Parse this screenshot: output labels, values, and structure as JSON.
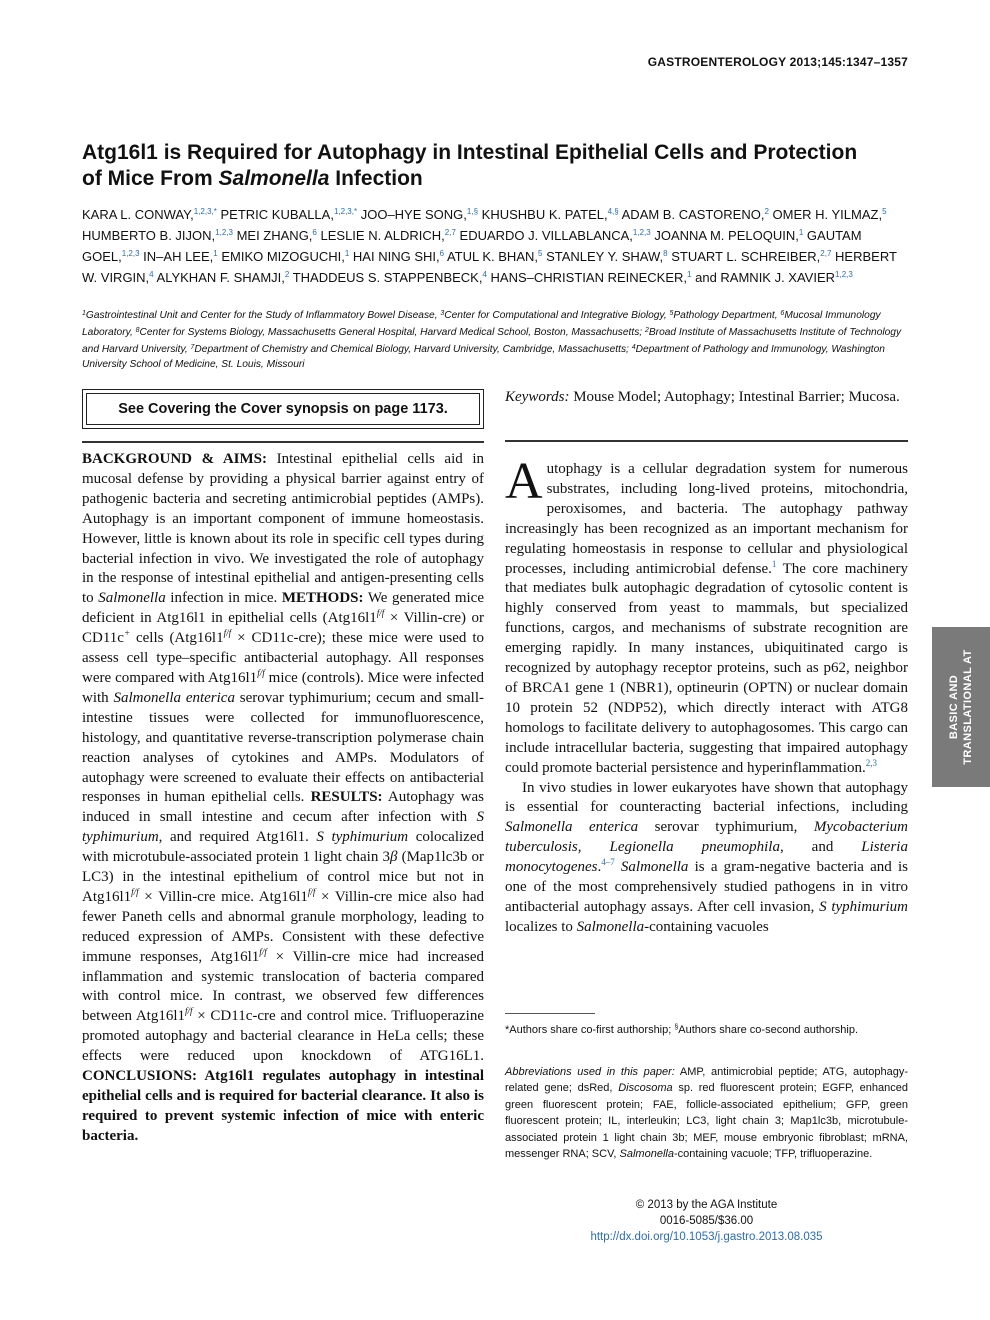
{
  "header": {
    "journal_ref": "GASTROENTEROLOGY 2013;145:1347–1357"
  },
  "title": {
    "part1": "Atg16l1 is Required for Autophagy in Intestinal Epithelial Cells and Protection of Mice From ",
    "italic": "Salmonella",
    "part2": " Infection"
  },
  "authors": [
    {
      "name": "KARA L. CONWAY,",
      "sup": "1,2,3,*"
    },
    {
      "name": "PETRIC KUBALLA,",
      "sup": "1,2,3,*"
    },
    {
      "name": "JOO–HYE SONG,",
      "sup": "1,§"
    },
    {
      "name": "KHUSHBU K. PATEL,",
      "sup": "4,§"
    },
    {
      "name": "ADAM B. CASTORENO,",
      "sup": "2"
    },
    {
      "name": "OMER H. YILMAZ,",
      "sup": "5"
    },
    {
      "name": "HUMBERTO B. JIJON,",
      "sup": "1,2,3"
    },
    {
      "name": "MEI ZHANG,",
      "sup": "6"
    },
    {
      "name": "LESLIE N. ALDRICH,",
      "sup": "2,7"
    },
    {
      "name": "EDUARDO J. VILLABLANCA,",
      "sup": "1,2,3"
    },
    {
      "name": "JOANNA M. PELOQUIN,",
      "sup": "1"
    },
    {
      "name": "GAUTAM GOEL,",
      "sup": "1,2,3"
    },
    {
      "name": "IN–AH LEE,",
      "sup": "1"
    },
    {
      "name": "EMIKO MIZOGUCHI,",
      "sup": "1"
    },
    {
      "name": "HAI NING SHI,",
      "sup": "6"
    },
    {
      "name": "ATUL K. BHAN,",
      "sup": "5"
    },
    {
      "name": "STANLEY Y. SHAW,",
      "sup": "8"
    },
    {
      "name": "STUART L. SCHREIBER,",
      "sup": "2,7"
    },
    {
      "name": "HERBERT W. VIRGIN,",
      "sup": "4"
    },
    {
      "name": "ALYKHAN F. SHAMJI,",
      "sup": "2"
    },
    {
      "name": "THADDEUS S. STAPPENBECK,",
      "sup": "4"
    },
    {
      "name": "HANS–CHRISTIAN REINECKER,",
      "sup": "1"
    },
    {
      "name": "and RAMNIK J. XAVIER",
      "sup": "1,2,3"
    }
  ],
  "affiliations": [
    {
      "sup": "1",
      "text": "Gastrointestinal Unit and Center for the Study of Inflammatory Bowel Disease, "
    },
    {
      "sup": "3",
      "text": "Center for Computational and Integrative Biology, "
    },
    {
      "sup": "5",
      "text": "Pathology Department, "
    },
    {
      "sup": "6",
      "text": "Mucosal Immunology Laboratory, "
    },
    {
      "sup": "8",
      "text": "Center for Systems Biology, Massachusetts General Hospital, Harvard Medical School, Boston, Massachusetts; "
    },
    {
      "sup": "2",
      "text": "Broad Institute of Massachusetts Institute of Technology and Harvard University, "
    },
    {
      "sup": "7",
      "text": "Department of Chemistry and Chemical Biology, Harvard University, Cambridge, Massachusetts; "
    },
    {
      "sup": "4",
      "text": "Department of Pathology and Immunology, Washington University School of Medicine, St. Louis, Missouri"
    }
  ],
  "covering_box": "See Covering the Cover synopsis on page 1173.",
  "keywords": {
    "label": "Keywords:",
    "text": " Mouse Model; Autophagy; Intestinal Barrier; Mucosa."
  },
  "abstract": {
    "background_head": "BACKGROUND & AIMS:",
    "background": " Intestinal epithelial cells aid in mucosal defense by providing a physical barrier against entry of pathogenic bacteria and secreting antimicrobial peptides (AMPs). Autophagy is an important component of immune homeostasis. However, little is known about its role in specific cell types during bacterial infection in vivo. We investigated the role of autophagy in the response of intestinal epithelial and antigen-presenting cells to ",
    "background_italic": "Salmonella",
    "background_end": " infection in mice. ",
    "methods_head": "METHODS:",
    "methods_1": " We generated mice deficient in Atg16l1 in epithelial cells (Atg16l1",
    "ff": "f/f",
    "methods_2": " × Villin-cre) or CD11c",
    "plus": "+",
    "methods_3": " cells (Atg16l1",
    "methods_4": " × CD11c-cre); these mice were used to assess cell type–specific antibacterial autophagy. All responses were compared with Atg16l1",
    "methods_5": " mice (controls). Mice were infected with ",
    "methods_italic": "Salmonella enterica",
    "methods_6": " serovar typhimurium; cecum and small-intestine tissues were collected for immunofluorescence, histology, and quantitative reverse-transcription polymerase chain reaction analyses of cytokines and AMPs. Modulators of autophagy were screened to evaluate their effects on antibacterial responses in human epithelial cells. ",
    "results_head": "RESULTS:",
    "results_1": " Autophagy was induced in small intestine and cecum after infection with ",
    "results_italic1": "S typhimurium",
    "results_2": ", and required Atg16l1. ",
    "results_italic2": "S typhimurium",
    "results_3": " colocalized with microtubule-associated protein 1 light chain 3",
    "beta": "β",
    "results_4": " (Map1lc3b or LC3) in the intestinal epithelium of control mice but not in Atg16l1",
    "results_5": " × Villin-cre mice. Atg16l1",
    "results_6": " × Villin-cre mice also had fewer Paneth cells and abnormal granule morphology, leading to reduced expression of AMPs. Consistent with these defective immune responses, Atg16l1",
    "results_7": " × Villin-cre mice had increased inflammation and systemic translocation of bacteria compared with control mice. In contrast, we observed few differences between Atg16l1",
    "results_8": " × CD11c-cre and control mice. Trifluoperazine promoted autophagy and bacterial clearance in HeLa cells; these effects were reduced upon knockdown of ATG16L1. ",
    "conclusions_head": "CONCLUSIONS:",
    "conclusions": " Atg16l1 regulates autophagy in intestinal epithelial cells and is required for bacterial clearance. It also is required to prevent systemic infection of mice with enteric bacteria."
  },
  "body": {
    "dropcap": "A",
    "p1_1": "utophagy is a cellular degradation system for numerous substrates, including long-lived proteins, mitochondria, peroxisomes, and bacteria. The autophagy pathway increasingly has been recognized as an important mechanism for regulating homeostasis in response to cellular and physiological processes, including antimicrobial defense.",
    "ref1": "1",
    "p1_2": " The core machinery that mediates bulk autophagic degradation of cytosolic content is highly conserved from yeast to mammals, but specialized functions, cargos, and mechanisms of substrate recognition are emerging rapidly. In many instances, ubiquitinated cargo is recognized by autophagy receptor proteins, such as p62, neighbor of BRCA1 gene 1 (NBR1), optineurin (OPTN) or nuclear domain 10 protein 52 (NDP52), which directly interact with ATG8 homologs to facilitate delivery to autophagosomes. This cargo can include intracellular bacteria, suggesting that impaired autophagy could promote bacterial persistence and hyperinflammation.",
    "ref2": "2,3",
    "p2_1": "In vivo studies in lower eukaryotes have shown that autophagy is essential for counteracting bacterial infections, including ",
    "p2_i1": "Salmonella enterica",
    "p2_2": " serovar typhimurium, ",
    "p2_i2": "Mycobacterium tuberculosis",
    "p2_3": ", ",
    "p2_i3": "Legionella pneumophila",
    "p2_4": ", and ",
    "p2_i4": "Listeria monocytogenes",
    "p2_5": ".",
    "ref3": "4–7",
    "p2_6": " ",
    "p2_i5": "Salmonella",
    "p2_7": " is a gram-negative bacteria and is one of the most comprehensively studied pathogens in in vitro antibacterial autophagy assays. After cell invasion, ",
    "p2_i6": "S typhimurium",
    "p2_8": " localizes to ",
    "p2_i7": "Salmonella",
    "p2_9": "-containing vacuoles"
  },
  "side_tab": {
    "line1": "BASIC AND",
    "line2": "TRANSLATIONAL AT"
  },
  "footnote": {
    "star": "*",
    "t1": "Authors share co-first authorship; ",
    "sect": "§",
    "t2": "Authors share co-second authorship."
  },
  "abbreviations": {
    "label": "Abbreviations used in this paper:",
    "t1": " AMP, antimicrobial peptide; ATG, autophagy-related gene; dsRed, ",
    "i1": "Discosoma",
    "t2": " sp. red fluorescent protein; EGFP, enhanced green fluorescent protein; FAE, follicle-associated epithelium; GFP, green fluorescent protein; IL, interleukin; LC3, light chain 3; Map1lc3b, microtubule-associated protein 1 light chain 3b; MEF, mouse embryonic fibroblast; mRNA, messenger RNA; SCV, ",
    "i2": "Salmonella",
    "t3": "-containing vacuole; TFP, trifluoperazine."
  },
  "copyright": {
    "line1": "© 2013 by the AGA Institute",
    "line2": "0016-5085/$36.00",
    "doi": "http://dx.doi.org/10.1053/j.gastro.2013.08.035"
  }
}
